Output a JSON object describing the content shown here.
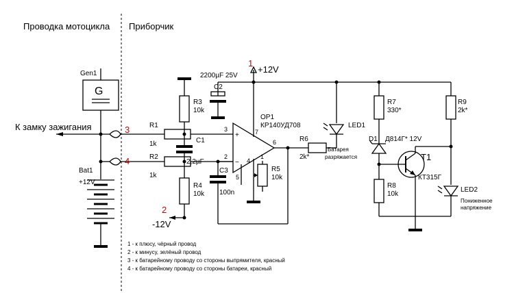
{
  "sections": {
    "wiring": "Проводка мотоцикла",
    "device": "Приборчик"
  },
  "ignition_label": "К замку зажигания",
  "components": {
    "gen": "Gen1",
    "gen_letter": "G",
    "bat": "Bat1",
    "bat_voltage": "+12V",
    "r1": "R1",
    "r1_val": "1k",
    "r2": "R2",
    "r2_val": "1k",
    "r3": "R3",
    "r3_val": "10k",
    "r4": "R4",
    "r4_val": "10k",
    "r5": "R5",
    "r5_val": "10k",
    "r6": "R6",
    "r6_val": "2k*",
    "r7": "R7",
    "r7_val": "330*",
    "r8": "R8",
    "r8_val": "10k",
    "r9": "R9",
    "r9_val": "2k*",
    "c1": "C1",
    "c1_val": "2,2µF",
    "c2": "C2",
    "c2_val": "2200µF 25V",
    "c3": "C3",
    "c3_val": "100n",
    "op": "OP1",
    "op_val": "КР140УД708",
    "d1": "D1",
    "d1_val": "Д814Г* 12V",
    "t1": "T1",
    "t1_val": "КТ315Г",
    "led1": "LED1",
    "led1_desc1": "Батарея",
    "led1_desc2": "разряжается",
    "led2": "LED2",
    "led2_desc1": "Пониженное",
    "led2_desc2": "напряжение",
    "pin_plus": "+",
    "pin_minus": "−",
    "pin2": "2",
    "pin3": "3",
    "pin4": "4",
    "pin5": "5",
    "pin6": "6",
    "pin7": "7",
    "pin1": "1"
  },
  "terminals": {
    "t1_num": "1",
    "t1_label": "+12V",
    "t2_num": "2",
    "t2_label": "-12V",
    "t3_num": "3",
    "t4_num": "4"
  },
  "notes": [
    "1 - к плюсу, чёрный провод",
    "2 - к минусу, зелёный провод",
    "3 - к батарейному проводу со стороны выпрямителя, красный",
    "4 - к батарейному проводу со стороны батареи, красный"
  ]
}
